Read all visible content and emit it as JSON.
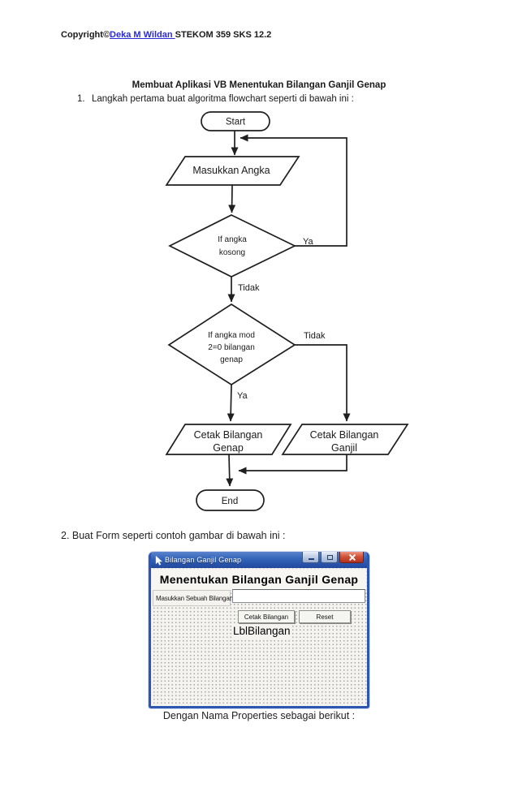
{
  "page": {
    "copyright_prefix": "Copyright©",
    "copyright_link": "Deka M Wildan ",
    "copyright_suffix": "STEKOM 359 SKS 12.2",
    "title": "Membuat Aplikasi VB Menentukan Bilangan Ganjil Genap",
    "step1_number": "1.",
    "step1_text": "Langkah pertama buat algoritma flowchart seperti di bawah ini :",
    "step2_text": "2. Buat Form seperti contoh gambar di bawah ini :",
    "footer_text": "Dengan Nama Properties sebagai berikut :"
  },
  "flowchart": {
    "start": "Start",
    "input": "Masukkan Angka",
    "decision1": [
      "If angka",
      "kosong"
    ],
    "decision2": [
      "If angka mod",
      "2=0 bilangan",
      "genap"
    ],
    "output_even": [
      "Cetak Bilangan",
      "Genap"
    ],
    "output_odd": [
      "Cetak Bilangan",
      "Ganjil"
    ],
    "end": "End",
    "label_ya1": "Ya",
    "label_tidak1": "Tidak",
    "label_tidak2": "Tidak",
    "label_ya2": "Ya"
  },
  "form_window": {
    "title": "Bilangan Ganjil Genap",
    "heading": "Menentukan Bilangan Ganjil Genap",
    "input_label": "Masukkan Sebuah Bilangan :",
    "textbox_value": "",
    "buttons": {
      "print": "Cetak Bilangan",
      "reset": "Reset"
    },
    "result_label": "LblBilangan",
    "icons": {
      "titlebar": "form-icon",
      "minimize": "minimize-icon",
      "maximize": "maximize-icon",
      "close": "close-icon"
    }
  },
  "colors": {
    "link_blue": "#2b2bd5",
    "flowchart_stroke": "#1f1f1f",
    "window_border": "#2d55b2",
    "titlebar_top": "#5b83cc",
    "titlebar_bottom": "#22479c",
    "close_red": "#c24530",
    "form_background": "#f4f3ef"
  }
}
